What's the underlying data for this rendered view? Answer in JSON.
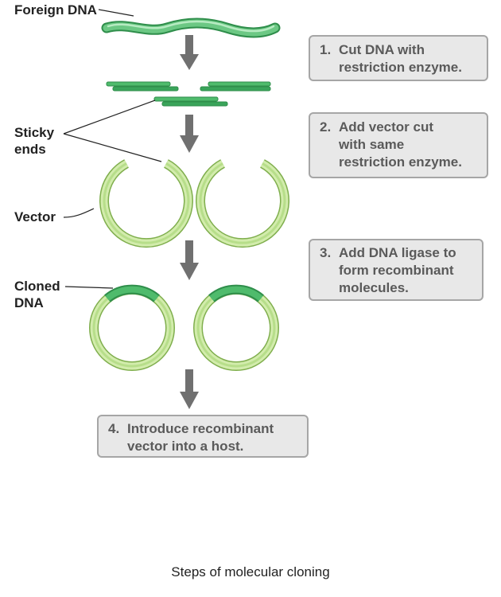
{
  "labels": {
    "foreign_dna": "Foreign DNA",
    "sticky_ends": [
      "Sticky",
      "ends"
    ],
    "vector": "Vector",
    "cloned_dna": [
      "Cloned",
      "DNA"
    ]
  },
  "steps": [
    {
      "num": "1.",
      "lines": [
        "Cut DNA with",
        "restriction enzyme."
      ]
    },
    {
      "num": "2.",
      "lines": [
        "Add vector cut",
        "with same",
        "restriction enzyme."
      ]
    },
    {
      "num": "3.",
      "lines": [
        "Add DNA ligase to",
        "form recombinant",
        "molecules."
      ]
    },
    {
      "num": "4.",
      "lines": [
        "Introduce recombinant",
        "vector into a host."
      ]
    }
  ],
  "caption": "Steps of molecular cloning",
  "colors": {
    "dna_dark": "#3aa45a",
    "dna_light": "#7ed08f",
    "ring_light": "#d2ecac",
    "ring_mid": "#b7de8a",
    "ring_edge": "#7fae4d",
    "arrow": "#707070",
    "box_fill": "#e8e8e8",
    "box_border": "#a6a6a6",
    "box_text": "#5a5a5a"
  }
}
